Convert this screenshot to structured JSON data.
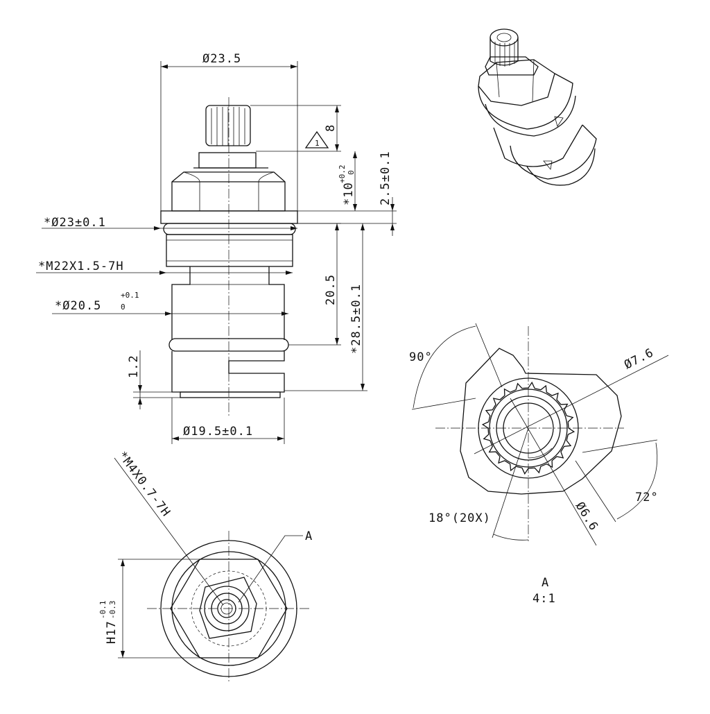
{
  "front_view": {
    "dia_top": "Ø23.5",
    "dia_flange": "*Ø23±0.1",
    "thread": "*M22X1.5-7H",
    "dia_seal_main": "*Ø20.5",
    "dia_seal_tol_top": "+0.1",
    "dia_seal_tol_bot": "0",
    "dia_bottom": "Ø19.5±0.1",
    "height_spline": "8",
    "height_stem_main": "*10",
    "height_stem_tol_top": "+0.2",
    "height_stem_tol_bot": "0",
    "height_flange": "2.5±0.1",
    "height_body": "20.5",
    "height_total": "*28.5±0.1",
    "gap_bottom": "1.2",
    "note_flag": "1"
  },
  "bottom_view": {
    "thread_callout": "*M4X0.7-7H",
    "hex_main": "H17",
    "hex_tol_top": "-0.1",
    "hex_tol_bot": "-0.3",
    "detail_leader": "A"
  },
  "detail_view": {
    "angle_90": "90°",
    "dia_outer": "Ø7.6",
    "angle_72": "72°",
    "spline_pitch": "18°(20X)",
    "dia_inner": "Ø6.6",
    "title": "A",
    "scale": "4:1"
  },
  "iso_view": {}
}
